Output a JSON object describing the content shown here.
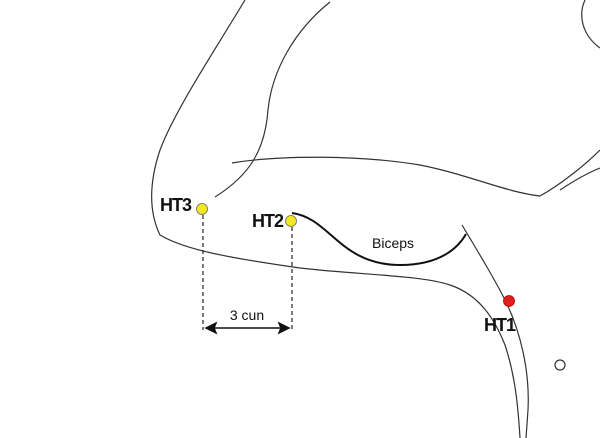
{
  "points": {
    "ht1": {
      "label": "HT1",
      "color": "#e02020"
    },
    "ht2": {
      "label": "HT2",
      "color": "#f2e81e"
    },
    "ht3": {
      "label": "HT3",
      "color": "#f2e81e"
    }
  },
  "muscle_label": "Biceps",
  "distance_label": "3 cun",
  "colors": {
    "outline": "#333333",
    "muscle": "#111111"
  }
}
